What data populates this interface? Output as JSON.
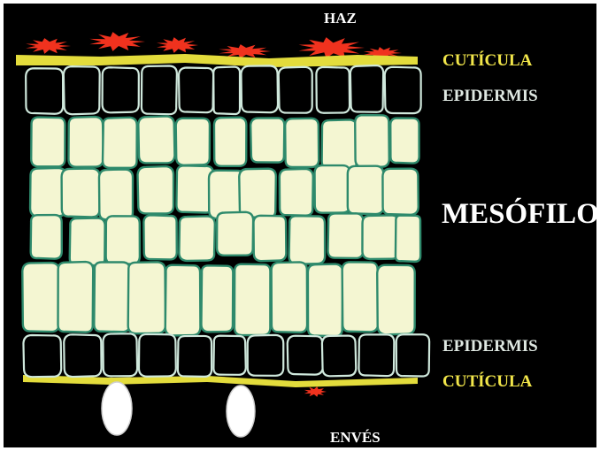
{
  "labels": {
    "haz": "HAZ",
    "cuticula_top": "CUTÍCULA",
    "epidermis_top": "EPIDERMIS",
    "mesofilo": "MESÓFILO",
    "epidermis_bottom": "EPIDERMIS",
    "cuticula_bottom": "CUTÍCULA",
    "enves": "ENVÉS"
  },
  "colors": {
    "background": "#000000",
    "cuticle": "#e3dc3c",
    "cuticle_label": "#f2e64a",
    "epidermis_label": "#dfe8e2",
    "white_label": "#ffffff",
    "mesophyll_fill": "#f4f6d2",
    "mesophyll_stroke": "#2e8a6c",
    "epidermis_stroke": "#cfe8dc",
    "wax": "#f0321e"
  }
}
